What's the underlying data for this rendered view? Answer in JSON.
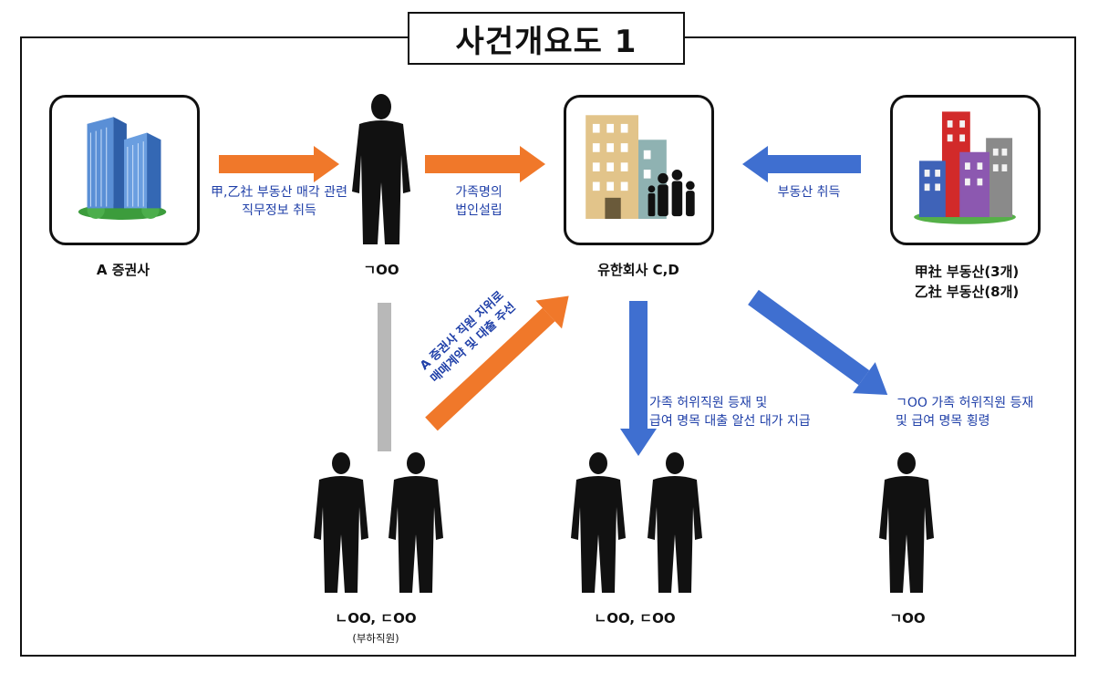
{
  "title": "사건개요도 1",
  "nodes": {
    "securities": {
      "label": "A 증권사"
    },
    "person_g": {
      "label": "ㄱOO"
    },
    "company": {
      "label": "유한회사 C,D"
    },
    "realestate": {
      "label_line1": "甲社  부동산(3개)",
      "label_line2": "乙社  부동산(8개)"
    },
    "subordinates": {
      "label": "ㄴOO,  ㄷOO",
      "sub": "(부하직원)"
    },
    "family_employees": {
      "label": "ㄴOO,  ㄷOO"
    },
    "person_g_bottom": {
      "label": "ㄱOO"
    }
  },
  "edges": {
    "info": {
      "line1": "甲,乙社 부동산 매각 관련",
      "line2": "직무정보 취득"
    },
    "corp": {
      "line1": "가족명의",
      "line2": "법인설립"
    },
    "acquire": {
      "text": "부동산 취득"
    },
    "diagonal": {
      "line1": "A 증권사 직원 지위로",
      "line2": "매매계약 및 대출 주선"
    },
    "payment": {
      "line1": "가족 허위직원 등재 및",
      "line2": "급여 명목 대출 알선 대가 지급"
    },
    "embezzle": {
      "line1": "ㄱOO 가족 허위직원 등재",
      "line2": "및 급여 명목 횡령"
    }
  },
  "colors": {
    "orange": "#f0782a",
    "blue": "#3f6fd0",
    "gray": "#b8b8b8",
    "label_blue": "#1f3fa8"
  }
}
